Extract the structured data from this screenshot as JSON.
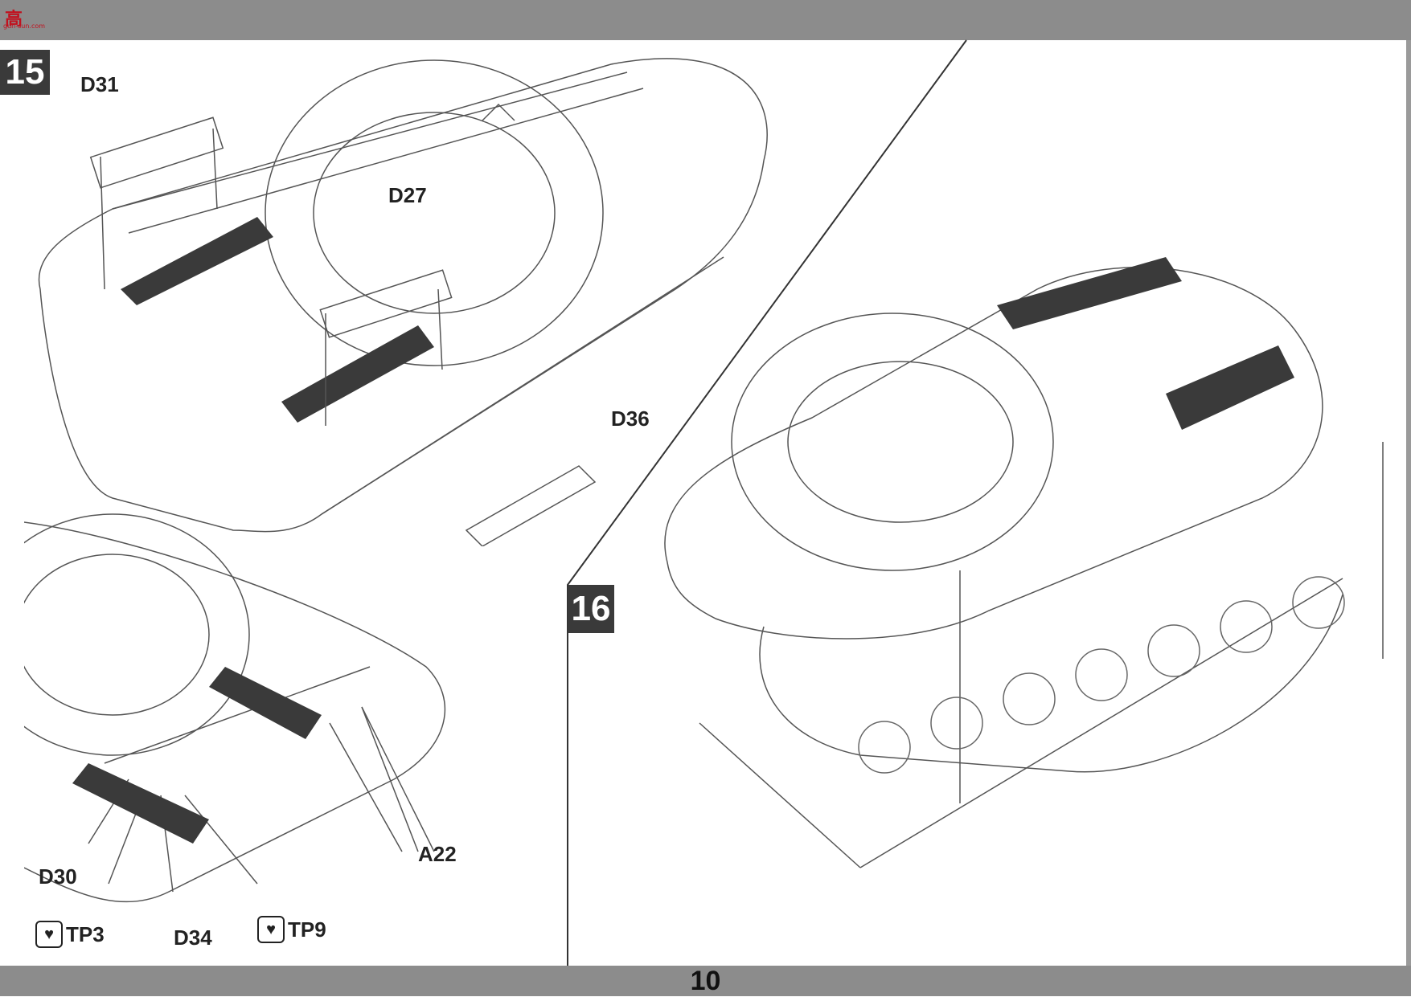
{
  "watermark": {
    "logo_text": "高",
    "site_text": "gun-sun.com"
  },
  "steps": {
    "step_15": "15",
    "step_16": "16"
  },
  "parts": {
    "d31": "D31",
    "d27": "D27",
    "d36": "D36",
    "d30": "D30",
    "d34": "D34",
    "a22": "A22",
    "tp3": "TP3",
    "tp9": "TP9"
  },
  "icons": {
    "tp_icon": "broken-heart-icon"
  },
  "footer": {
    "page_number": "10"
  },
  "colors": {
    "bars": "#8c8c8c",
    "badge": "#3a3a3a",
    "grille": "#3a3a3a",
    "line": "#444444"
  }
}
